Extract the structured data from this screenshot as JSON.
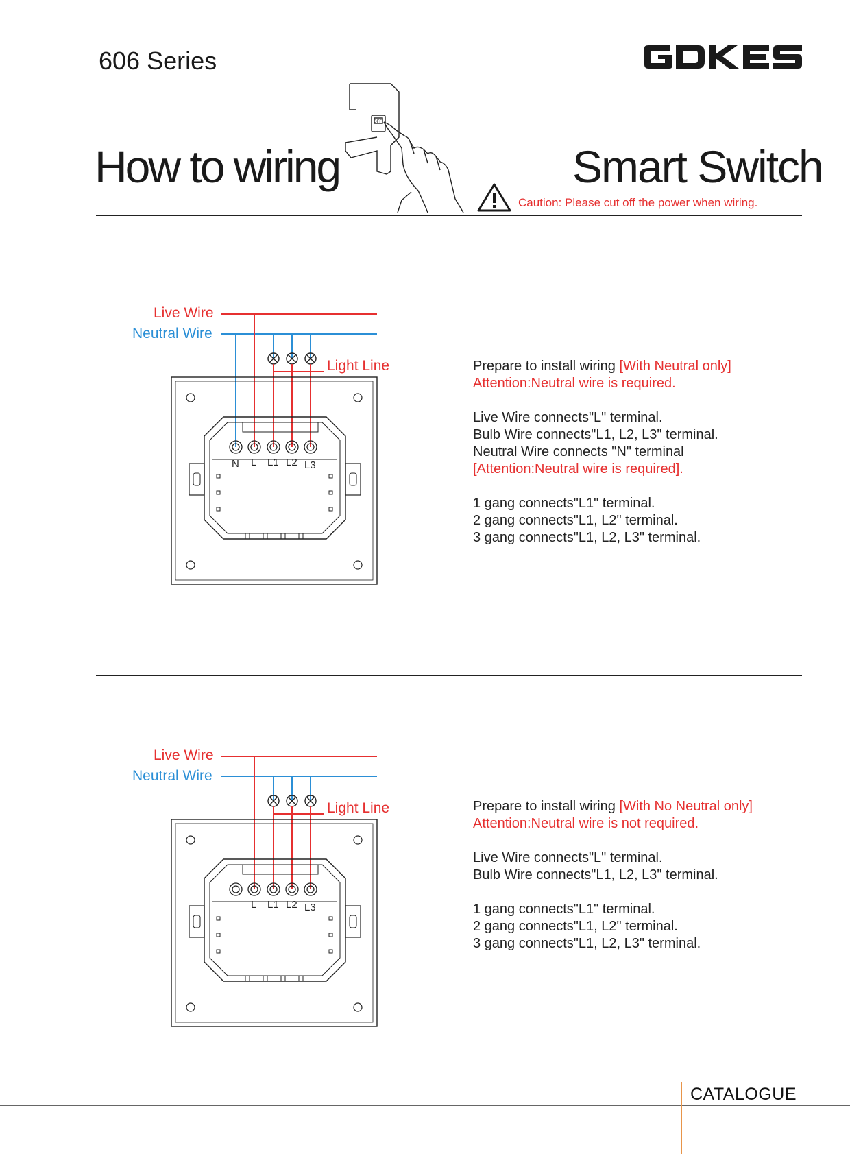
{
  "header": {
    "series": "606 Series",
    "brand": "GDKES",
    "title_left": "How to wiring",
    "title_right": "Smart Switch",
    "caution": "Caution: Please cut off the power when wiring.",
    "illustration_label": "OFF"
  },
  "diagram1": {
    "live_label": "Live Wire",
    "neutral_label": "Neutral Wire",
    "light_label": "Light Line",
    "terminals": [
      "N",
      "L",
      "L1",
      "L2",
      "L3"
    ]
  },
  "diagram2": {
    "live_label": "Live Wire",
    "neutral_label": "Neutral Wire",
    "light_label": "Light Line",
    "terminals": [
      "L",
      "L1",
      "L2",
      "L3"
    ]
  },
  "section1": {
    "prepare": "Prepare to install wiring ",
    "prepare_highlight": "[With Neutral only]",
    "attention": "Attention:Neutral wire is required.",
    "lines": [
      "Live Wire connects\"L\" terminal.",
      "Bulb Wire connects\"L1, L2, L3\" terminal.",
      "Neutral Wire connects \"N\" terminal"
    ],
    "attention2": "[Attention:Neutral wire is required].",
    "gangs": [
      "1 gang connects\"L1\" terminal.",
      "2 gang connects\"L1, L2\" terminal.",
      "3 gang connects\"L1, L2, L3\" terminal."
    ]
  },
  "section2": {
    "prepare": "Prepare to install wiring ",
    "prepare_highlight": "[With  No Neutral only]",
    "attention": "Attention:Neutral wire is not required.",
    "lines": [
      "Live Wire connects\"L\" terminal.",
      "Bulb Wire connects\"L1, L2, L3\" terminal."
    ],
    "gangs": [
      "1 gang connects\"L1\" terminal.",
      "2 gang connects\"L1, L2\" terminal.",
      "3 gang connects\"L1, L2, L3\" terminal."
    ]
  },
  "footer": {
    "catalogue": "CATALOGUE"
  },
  "colors": {
    "live": "#e63030",
    "neutral": "#2b8fd6",
    "accent": "#e8954a",
    "ink": "#222222"
  }
}
